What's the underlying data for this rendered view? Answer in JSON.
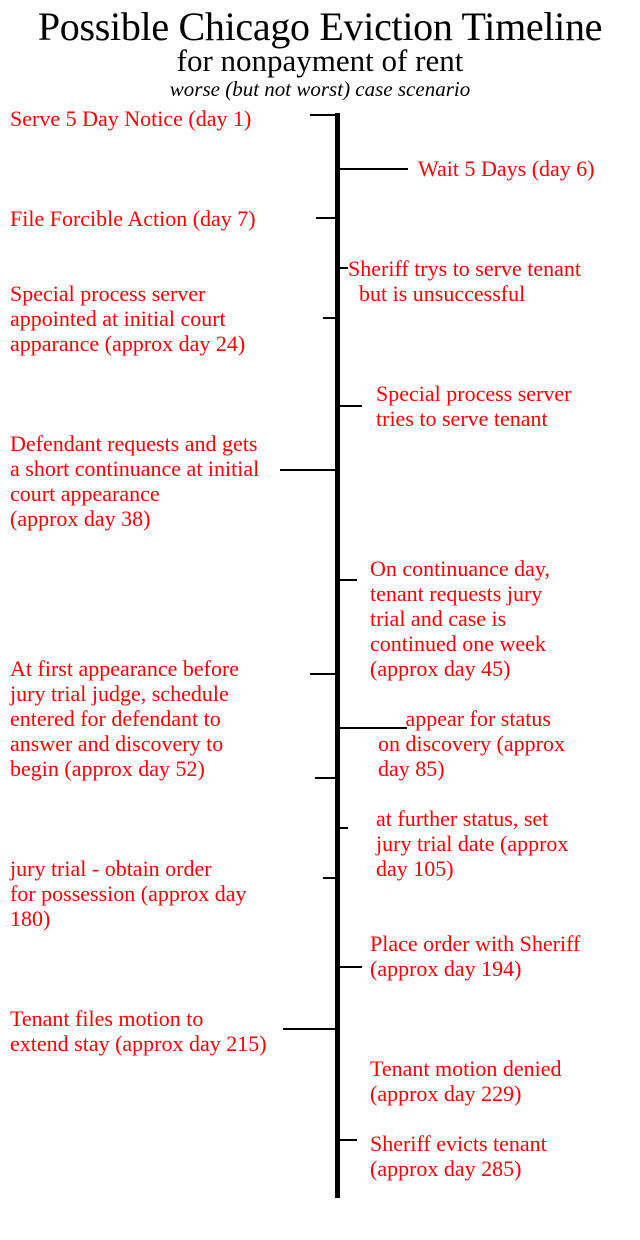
{
  "title": "Possible Chicago Eviction Timeline",
  "subtitle": "for nonpayment of rent",
  "note": "worse (but not worst) case scenario",
  "text_color": "#ff0000",
  "events": [
    {
      "side": "left",
      "text": "Serve 5 Day Notice (day 1)"
    },
    {
      "side": "right",
      "text": "Wait 5 Days (day 6)"
    },
    {
      "side": "left",
      "text": "File Forcible Action (day 7)"
    },
    {
      "side": "right",
      "text": "Sheriff trys to serve tenant\n  but is unsuccessful"
    },
    {
      "side": "left",
      "text": "Special process server\nappointed at initial court\napparance (approx day 24)"
    },
    {
      "side": "right",
      "text": "Special process server\ntries to serve tenant"
    },
    {
      "side": "left",
      "text": "Defendant requests and gets\na short continuance at initial\ncourt appearance\n(approx day 38)"
    },
    {
      "side": "right",
      "text": "On continuance day,\ntenant requests jury\ntrial and case is\ncontinued one week\n(approx day 45)"
    },
    {
      "side": "left",
      "text": "At first appearance before\njury trial judge, schedule\nentered for defendant to\nanswer and discovery to\nbegin (approx day 52)"
    },
    {
      "side": "right",
      "text": "     appear for status\non discovery (approx\nday 85)"
    },
    {
      "side": "right",
      "text": "at further status, set\njury trial date (approx\nday 105)"
    },
    {
      "side": "left",
      "text": "jury trial - obtain order\nfor possession (approx day\n180)"
    },
    {
      "side": "right",
      "text": "Place order with Sheriff\n(approx day 194)"
    },
    {
      "side": "left",
      "text": "Tenant files motion to\nextend stay (approx day 215)"
    },
    {
      "side": "right",
      "text": "Tenant motion denied\n(approx day 229)"
    },
    {
      "side": "right",
      "text": "Sheriff evicts tenant\n(approx day 285)"
    }
  ]
}
